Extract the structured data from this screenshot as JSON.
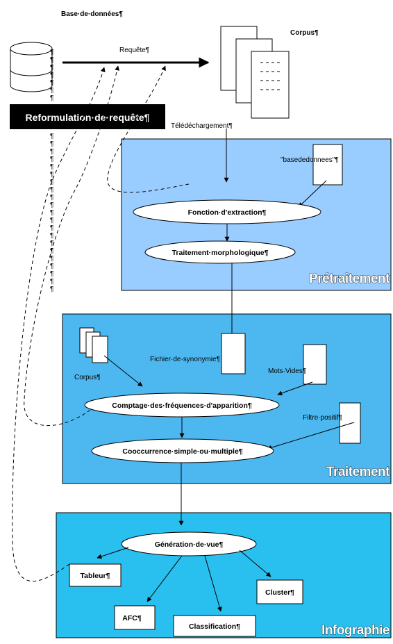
{
  "database": {
    "title": "Base·de·données¶",
    "pilcrow": "¶"
  },
  "arrow_top": {
    "label": "Requête¶"
  },
  "corpus_top": {
    "title": "Corpus¶"
  },
  "reformulation": {
    "label": "Reformulation·de·requête¶"
  },
  "download": {
    "label": "Télédéchargement¶"
  },
  "sections": {
    "pretraitement": "Prétraitement",
    "traitement": "Traitement",
    "infographie": "Infographie"
  },
  "pretraitement": {
    "doc_label": "\"basededonnees\"¶",
    "extraction": "Fonction·d'extraction¶",
    "morpho": "Traitement·morphologique¶"
  },
  "traitement": {
    "corpus_label": "Corpus¶",
    "synonymie": "Fichier·de·synonymie¶",
    "mots_vides": "Mots·Vides¶",
    "filtre": "Filtre·positif¶",
    "comptage": "Comptage·des·fréquences·d'apparition¶",
    "cooccurrence": "Cooccurrence·simple·ou·multiple¶"
  },
  "infographie": {
    "generation": "Génération·de·vue¶",
    "tableur": "Tableur¶",
    "afc": "AFC¶",
    "classification": "Classification¶",
    "cluster": "Cluster¶"
  },
  "colors": {
    "pretraitement_bg": "#99ccff",
    "traitement_bg": "#4db8f0",
    "infographie_bg": "#29c0f0",
    "reformulation_bg": "#000000"
  }
}
